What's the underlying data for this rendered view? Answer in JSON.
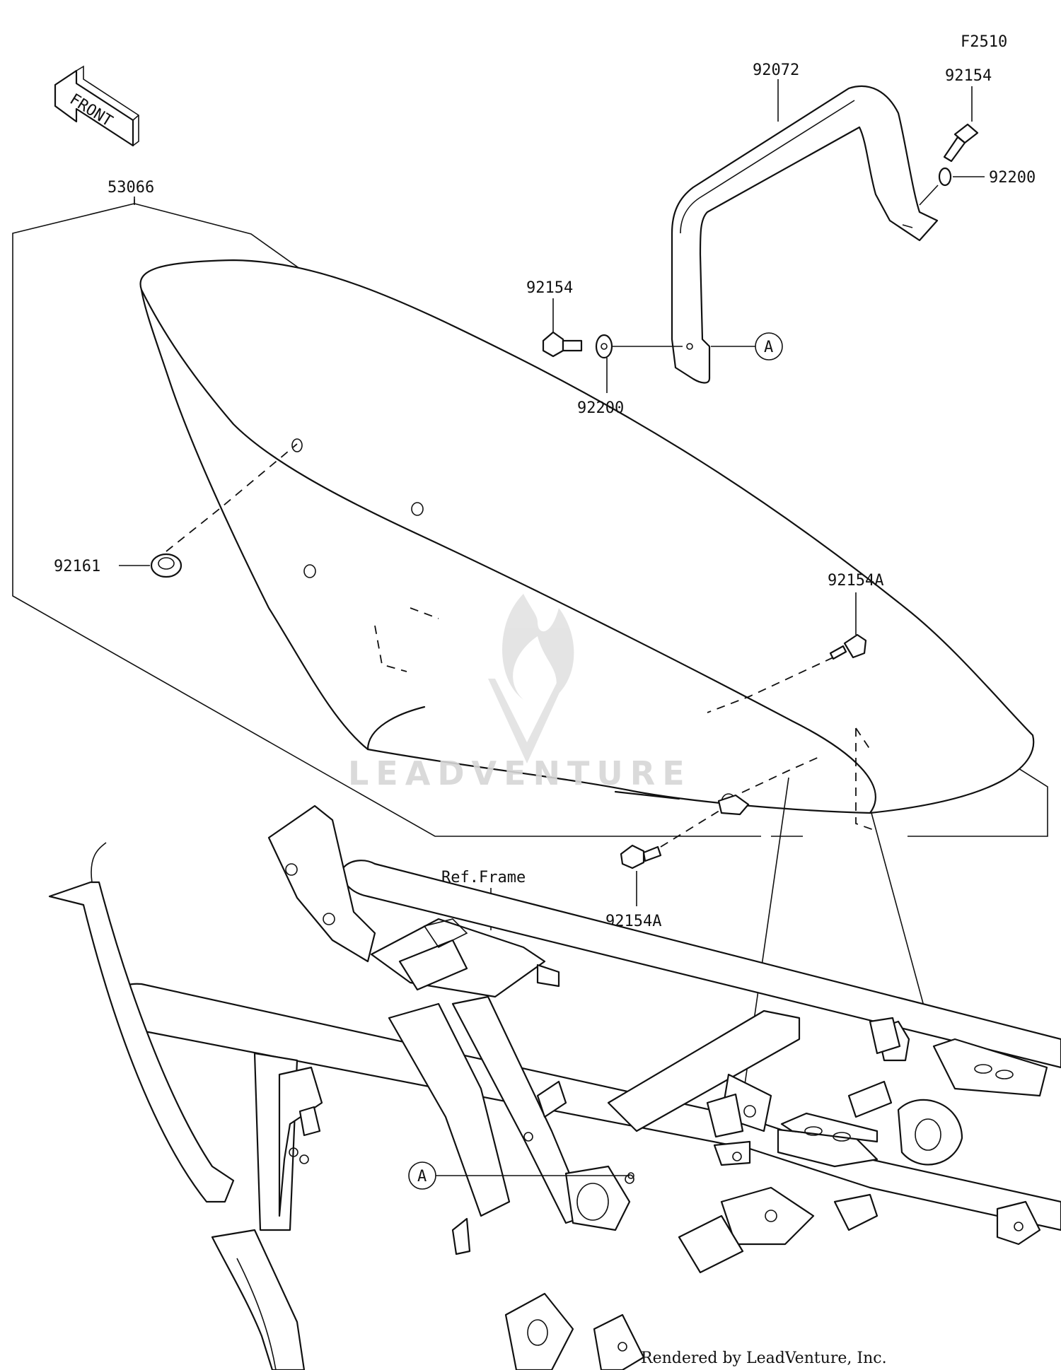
{
  "diagram_code": "F2510",
  "front_label": "FRONT",
  "callout_letter": "A",
  "ref_label": "Ref.Frame",
  "watermark": "LEADVENTURE",
  "credit": "Rendered by LeadVenture, Inc.",
  "parts": {
    "seat": "53066",
    "grab_bar": "92072",
    "bolt_upper": "92154",
    "bolt_left": "92154",
    "washer_upper": "92200",
    "washer_left": "92200",
    "grommet": "92161",
    "bolt_a_upper": "92154A",
    "bolt_a_lower": "92154A"
  }
}
